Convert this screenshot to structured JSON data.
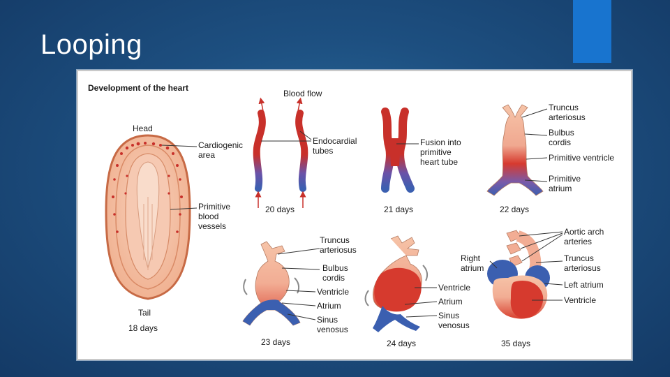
{
  "slide": {
    "title": "Looping",
    "accent_color": "#1874cf"
  },
  "figure": {
    "title": "Development of the heart",
    "stage_18": {
      "head": "Head",
      "cardiogenic_1": "Cardiogenic",
      "cardiogenic_2": "area",
      "primitive_1": "Primitive",
      "primitive_2": "blood",
      "primitive_3": "vessels",
      "tail": "Tail",
      "days": "18 days"
    },
    "stage_20": {
      "blood_flow": "Blood flow",
      "endo_1": "Endocardial",
      "endo_2": "tubes",
      "days": "20 days"
    },
    "stage_21": {
      "fusion_1": "Fusion into",
      "fusion_2": "primitive",
      "fusion_3": "heart tube",
      "days": "21 days"
    },
    "stage_22": {
      "truncus_1": "Truncus",
      "truncus_2": "arteriosus",
      "bulbus_1": "Bulbus",
      "bulbus_2": "cordis",
      "ventricle": "Primitive ventricle",
      "atrium_1": "Primitive",
      "atrium_2": "atrium",
      "days": "22 days"
    },
    "stage_23": {
      "truncus_1": "Truncus",
      "truncus_2": "arteriosus",
      "bulbus_1": "Bulbus",
      "bulbus_2": "cordis",
      "ventricle": "Ventricle",
      "atrium": "Atrium",
      "sinus_1": "Sinus",
      "sinus_2": "venosus",
      "days": "23 days"
    },
    "stage_24": {
      "ventricle": "Ventricle",
      "atrium": "Atrium",
      "sinus_1": "Sinus",
      "sinus_2": "venosus",
      "days": "24 days"
    },
    "stage_35": {
      "aortic_1": "Aortic arch",
      "aortic_2": "arteries",
      "right_1": "Right",
      "right_2": "atrium",
      "truncus_1": "Truncus",
      "truncus_2": "arteriosus",
      "left_atrium": "Left atrium",
      "ventricle": "Ventricle",
      "days": "35 days"
    },
    "colors": {
      "arterial_red": "#c8302a",
      "venous_blue": "#3b5fb0",
      "embryo_skin": "#f3b89a",
      "embryo_outline": "#c76a45",
      "tissue_pink": "#f4c2a8"
    }
  }
}
